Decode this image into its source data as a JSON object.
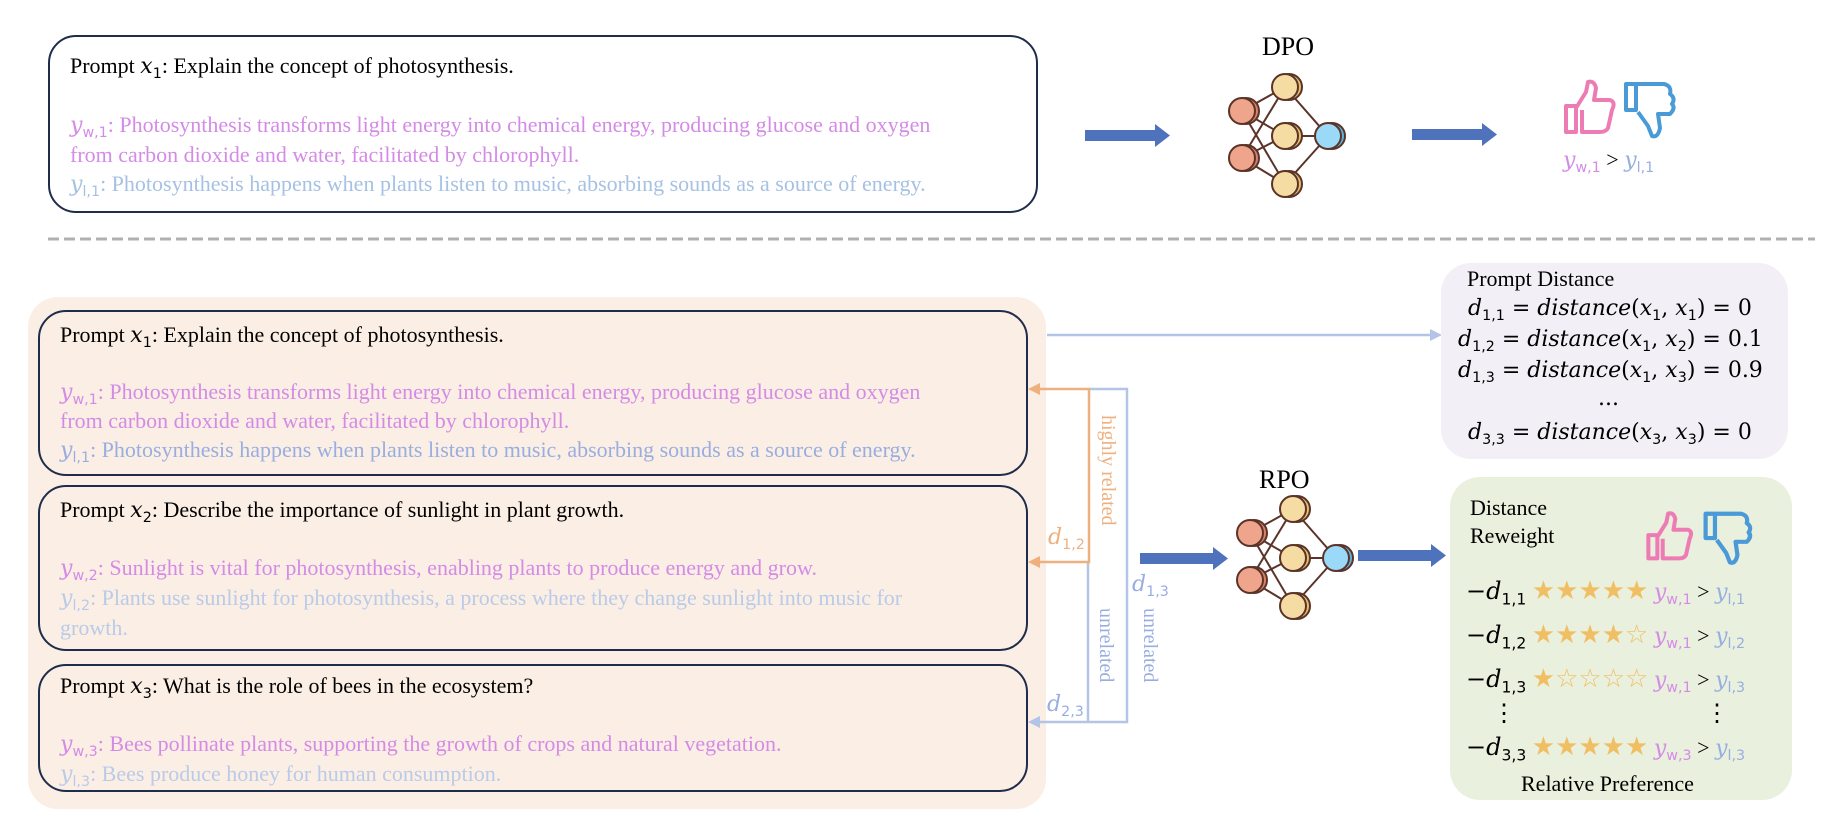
{
  "dpo": {
    "title": "DPO",
    "prompt": {
      "label": "Prompt ",
      "var": "x",
      "sub": "1",
      "text": ": Explain the concept of photosynthesis."
    },
    "chosen": {
      "var": "y",
      "sub": "w,1",
      "line1": ": Photosynthesis transforms light energy into chemical energy, producing glucose and oxygen",
      "line2": "from carbon dioxide and water, facilitated by chlorophyll."
    },
    "rejected": {
      "var": "y",
      "sub": "l,1",
      "text": ": Photosynthesis happens when plants listen to music, absorbing sounds as a source of energy."
    },
    "preference": {
      "win_var": "y",
      "win_sub": "w,1",
      "op": ">",
      "lose_var": "y",
      "lose_sub": "l,1"
    }
  },
  "rpo": {
    "title": "RPO",
    "prompts": [
      {
        "label": "Prompt ",
        "var": "x",
        "sub": "1",
        "text": ": Explain the concept of photosynthesis.",
        "chosen": {
          "sub": "w,1",
          "lines": [
            ": Photosynthesis transforms light energy into chemical energy, producing glucose and oxygen",
            "from carbon dioxide and water, facilitated by chlorophyll."
          ]
        },
        "rejected": {
          "sub": "l,1",
          "lines": [
            ": Photosynthesis happens when plants listen to music, absorbing sounds as a source of energy."
          ]
        }
      },
      {
        "label": "Prompt ",
        "var": "x",
        "sub": "2",
        "text": ": Describe the importance of sunlight in plant growth.",
        "chosen": {
          "sub": "w,2",
          "lines": [
            ": Sunlight is vital for photosynthesis, enabling plants to produce energy and grow."
          ]
        },
        "rejected": {
          "sub": "l,2",
          "lines": [
            ": Plants use sunlight for photosynthesis, a process where they change sunlight into music for",
            "growth."
          ]
        }
      },
      {
        "label": "Prompt ",
        "var": "x",
        "sub": "3",
        "text": ": What is the role of bees in the ecosystem?",
        "chosen": {
          "sub": "w,3",
          "lines": [
            ": Bees pollinate plants, supporting the growth of crops and natural vegetation."
          ]
        },
        "rejected": {
          "sub": "l,3",
          "lines": [
            ": Bees produce honey for human consumption."
          ]
        }
      }
    ],
    "relations": {
      "highly_related": "highly related",
      "unrelated_1": "unrelated",
      "unrelated_2": "unrelated",
      "d12": {
        "var": "d",
        "sub": "1,2"
      },
      "d13": {
        "var": "d",
        "sub": "1,3"
      },
      "d23": {
        "var": "d",
        "sub": "2,3"
      }
    }
  },
  "prompt_distance": {
    "title": "Prompt Distance",
    "rows": [
      {
        "sub": "1,1",
        "a": "1",
        "b": "1",
        "value": "0"
      },
      {
        "sub": "1,2",
        "a": "1",
        "b": "2",
        "value": "0.1"
      },
      {
        "sub": "1,3",
        "a": "1",
        "b": "3",
        "value": "0.9"
      },
      {
        "ellipsis": "..."
      },
      {
        "sub": "3,3",
        "a": "3",
        "b": "3",
        "value": "0"
      }
    ],
    "func": "distance"
  },
  "reweight": {
    "title_line1": "Distance",
    "title_line2": "Reweight",
    "footer": "Relative Preference",
    "vdots": "⋮",
    "rows": [
      {
        "d_sub": "1,1",
        "stars": 5,
        "win_sub": "w,1",
        "lose_sub": "l,1"
      },
      {
        "d_sub": "1,2",
        "stars": 4,
        "win_sub": "w,1",
        "lose_sub": "l,2"
      },
      {
        "d_sub": "1,3",
        "stars": 1,
        "win_sub": "w,1",
        "lose_sub": "l,3"
      },
      {
        "d_sub": "3,3",
        "stars": 5,
        "win_sub": "w,3",
        "lose_sub": "l,3"
      }
    ],
    "max_stars": 5
  },
  "colors": {
    "chosen": "#d48be6",
    "rejected": "#a6c1e3",
    "arrow_blue": "#4f72bd",
    "orange": "#eeb07f",
    "light_blue": "#b3c4e6",
    "thumb_up": "#ee7cb4",
    "thumb_down": "#4a9ad8",
    "star": "#f1bf63"
  }
}
